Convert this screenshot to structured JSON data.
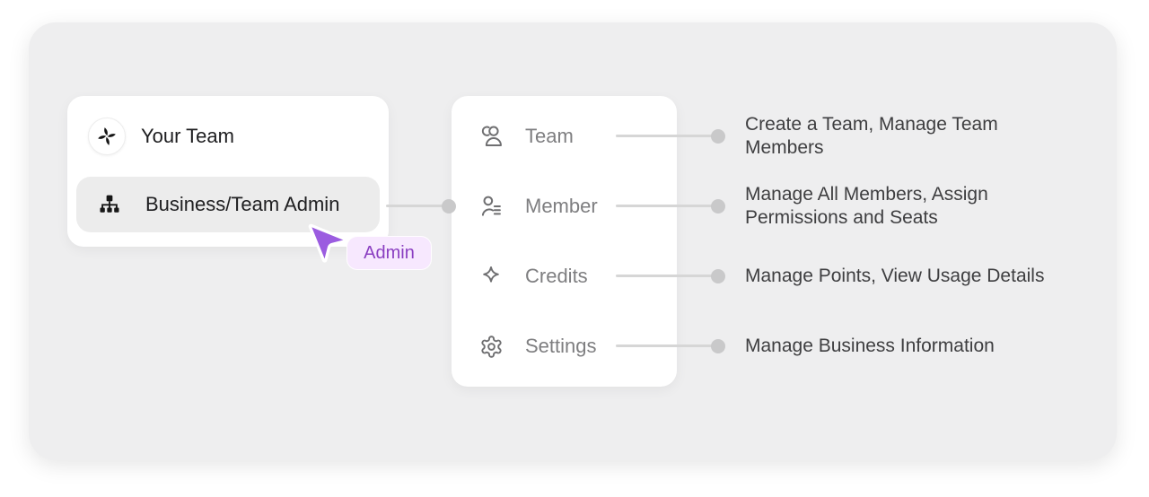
{
  "page": {
    "background_color": "#ffffff",
    "panel_color": "#eeeeef"
  },
  "team_card": {
    "items": [
      {
        "label": "Your Team",
        "icon": "team-logo-icon",
        "selected": false
      },
      {
        "label": "Business/Team Admin",
        "icon": "org-chart-icon",
        "selected": true
      }
    ]
  },
  "cursor": {
    "icon": "mouse-pointer-icon",
    "color": "#9b5ce0",
    "tooltip_label": "Admin",
    "tooltip_bg": "#f7e8fe",
    "tooltip_text_color": "#8a3ec1"
  },
  "admin_menu": {
    "items": [
      {
        "label": "Team",
        "icon": "users-icon",
        "description": "Create a Team, Manage Team Members"
      },
      {
        "label": "Member",
        "icon": "member-list-icon",
        "description": "Manage All Members, Assign Permissions and Seats"
      },
      {
        "label": "Credits",
        "icon": "sparkle-icon",
        "description": "Manage Points, View Usage Details"
      },
      {
        "label": "Settings",
        "icon": "gear-icon",
        "description": "Manage Business Information"
      }
    ]
  },
  "connector": {
    "line_color": "#d6d6d6",
    "dot_color": "#c9c9ca"
  }
}
